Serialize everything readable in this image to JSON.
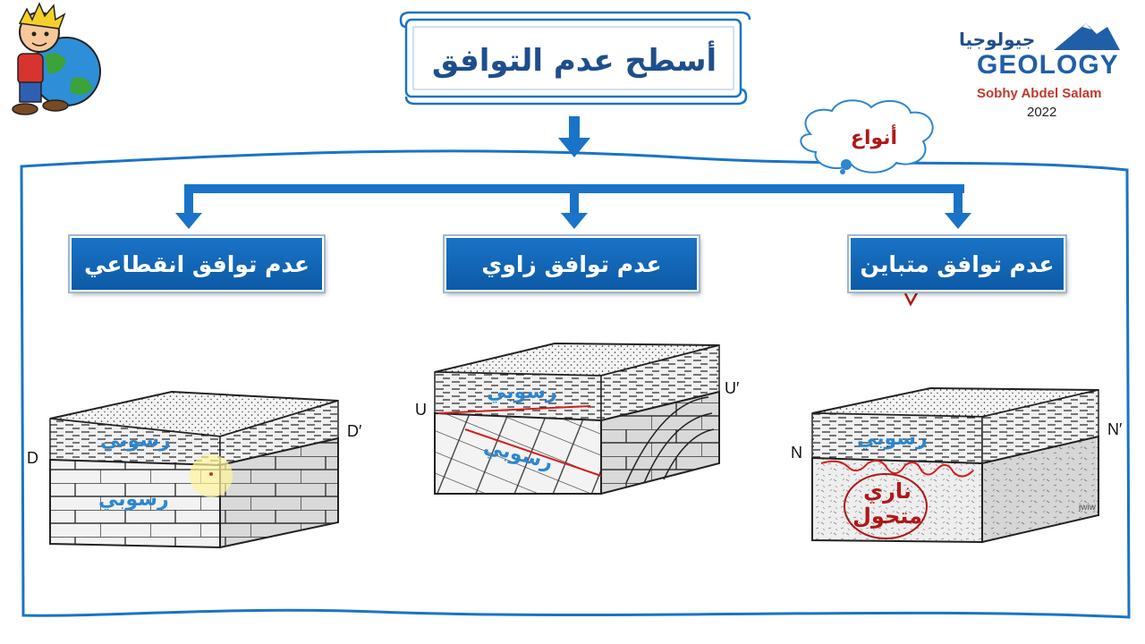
{
  "title": "أسطح عدم التوافق",
  "types_bubble": "أنواع",
  "types": {
    "left": "عدم توافق انقطاعي",
    "middle": "عدم توافق زاوي",
    "right": "عدم توافق متباين"
  },
  "labels": {
    "sedimentary": "رسوبي",
    "igneous_metamorphic": "ناري متحول",
    "checkmark": "✓"
  },
  "corners": {
    "d": "D",
    "d_prime": "D′",
    "u": "U",
    "u_prime": "U′",
    "n": "N",
    "n_prime": "N′"
  },
  "logo": {
    "arabic": "جيولوجيا",
    "word": "GEOLOGY",
    "author": "Sobhy Abdel Salam",
    "year": "2022"
  },
  "credit": "jwiw",
  "colors": {
    "accent_blue": "#1a73c6",
    "title_blue": "#1f4e8c",
    "label_blue": "#2d86cf",
    "annotation_red": "#b01818"
  }
}
